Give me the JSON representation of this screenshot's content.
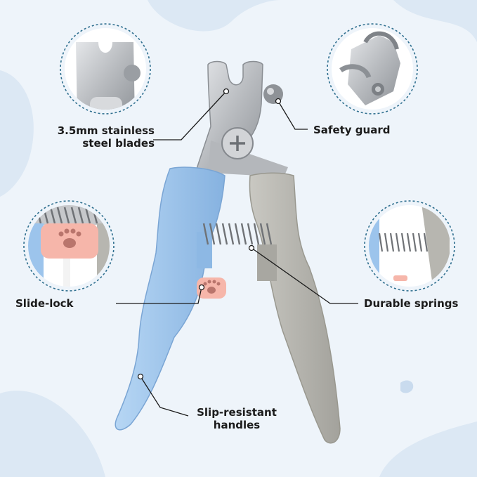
{
  "callouts": {
    "blades": {
      "line1": "3.5mm stainless",
      "line2": "steel blades"
    },
    "safety_guard": "Safety guard",
    "slide_lock": "Slide-lock",
    "springs": "Durable springs",
    "handles": {
      "line1": "Slip-resistant",
      "line2": "handles"
    }
  },
  "colors": {
    "background": "#eef4fa",
    "blob": "#dce8f4",
    "blue_handle": "#9cc4ec",
    "grey_handle": "#b7b6b0",
    "steel": "#c9cbce",
    "paw_pink": "#f6b6aa",
    "dashed_ring": "#2f6f8f"
  }
}
